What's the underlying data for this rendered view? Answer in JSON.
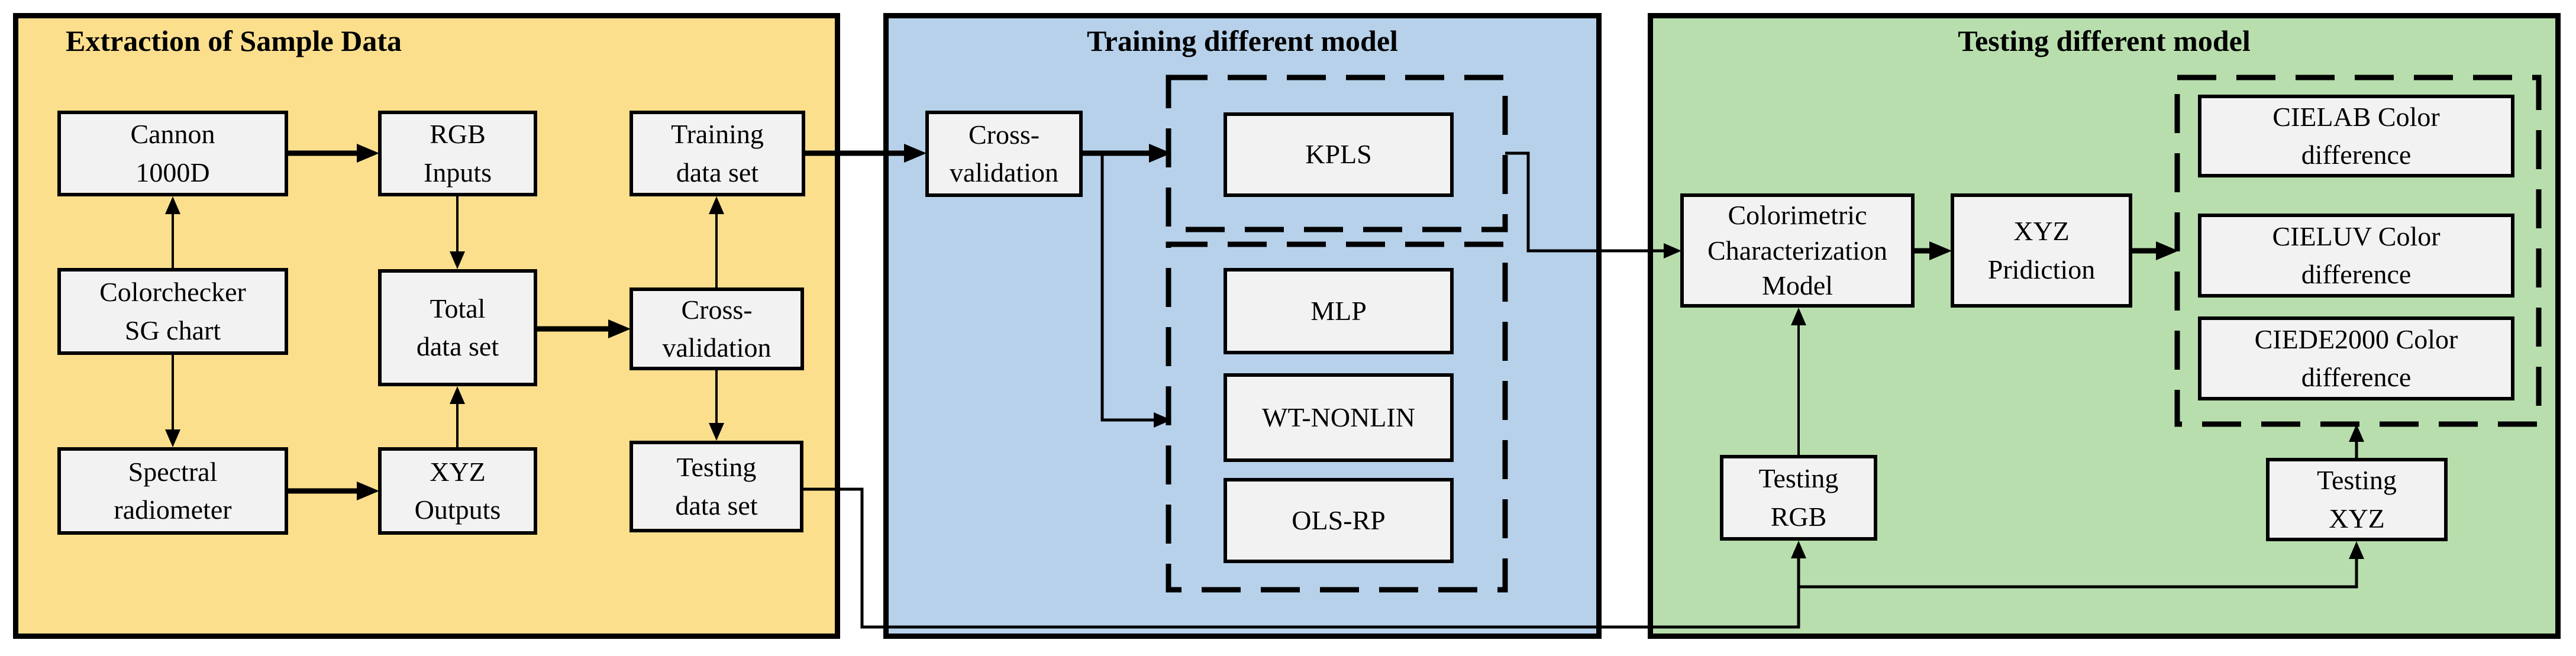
{
  "figure": {
    "type": "flowchart",
    "description": "Camera colorimetric characterization workflow with three stages"
  },
  "colors": {
    "extraction_bg": "#FBDF8D",
    "training_bg": "#B7D1EA",
    "testing_bg": "#B8DEAD",
    "node_bg": "#F2F2F2",
    "line": "#000000"
  },
  "panels": {
    "extraction": {
      "title": "Extraction of Sample Data",
      "boxes": {
        "cannon": "Cannon\n1000D",
        "rgb_inputs": "RGB\nInputs",
        "training_set": "Training\ndata set",
        "colorchecker": "Colorchecker\nSG chart",
        "total_set": "Total\ndata set",
        "cross_validation": "Cross-\nvalidation",
        "spectral": "Spectral\nradiometer",
        "xyz_outputs": "XYZ\nOutputs",
        "testing_set": "Testing\ndata set"
      }
    },
    "training": {
      "title": "Training different model",
      "boxes": {
        "cross_validation": "Cross-\nvalidation",
        "kpls": "KPLS",
        "mlp": "MLP",
        "wt_nonlin": "WT-NONLIN",
        "ols_rp": "OLS-RP"
      }
    },
    "testing": {
      "title": "Testing different model",
      "boxes": {
        "ccm": "Colorimetric\nCharacterization\nModel",
        "xyz_prediction": "XYZ\nPridiction",
        "cielab": "CIELAB Color\ndifference",
        "cieluv": "CIELUV Color\ndifference",
        "ciede2000": "CIEDE2000 Color\ndifference",
        "testing_rgb": "Testing\nRGB",
        "testing_xyz": "Testing\nXYZ"
      }
    }
  }
}
